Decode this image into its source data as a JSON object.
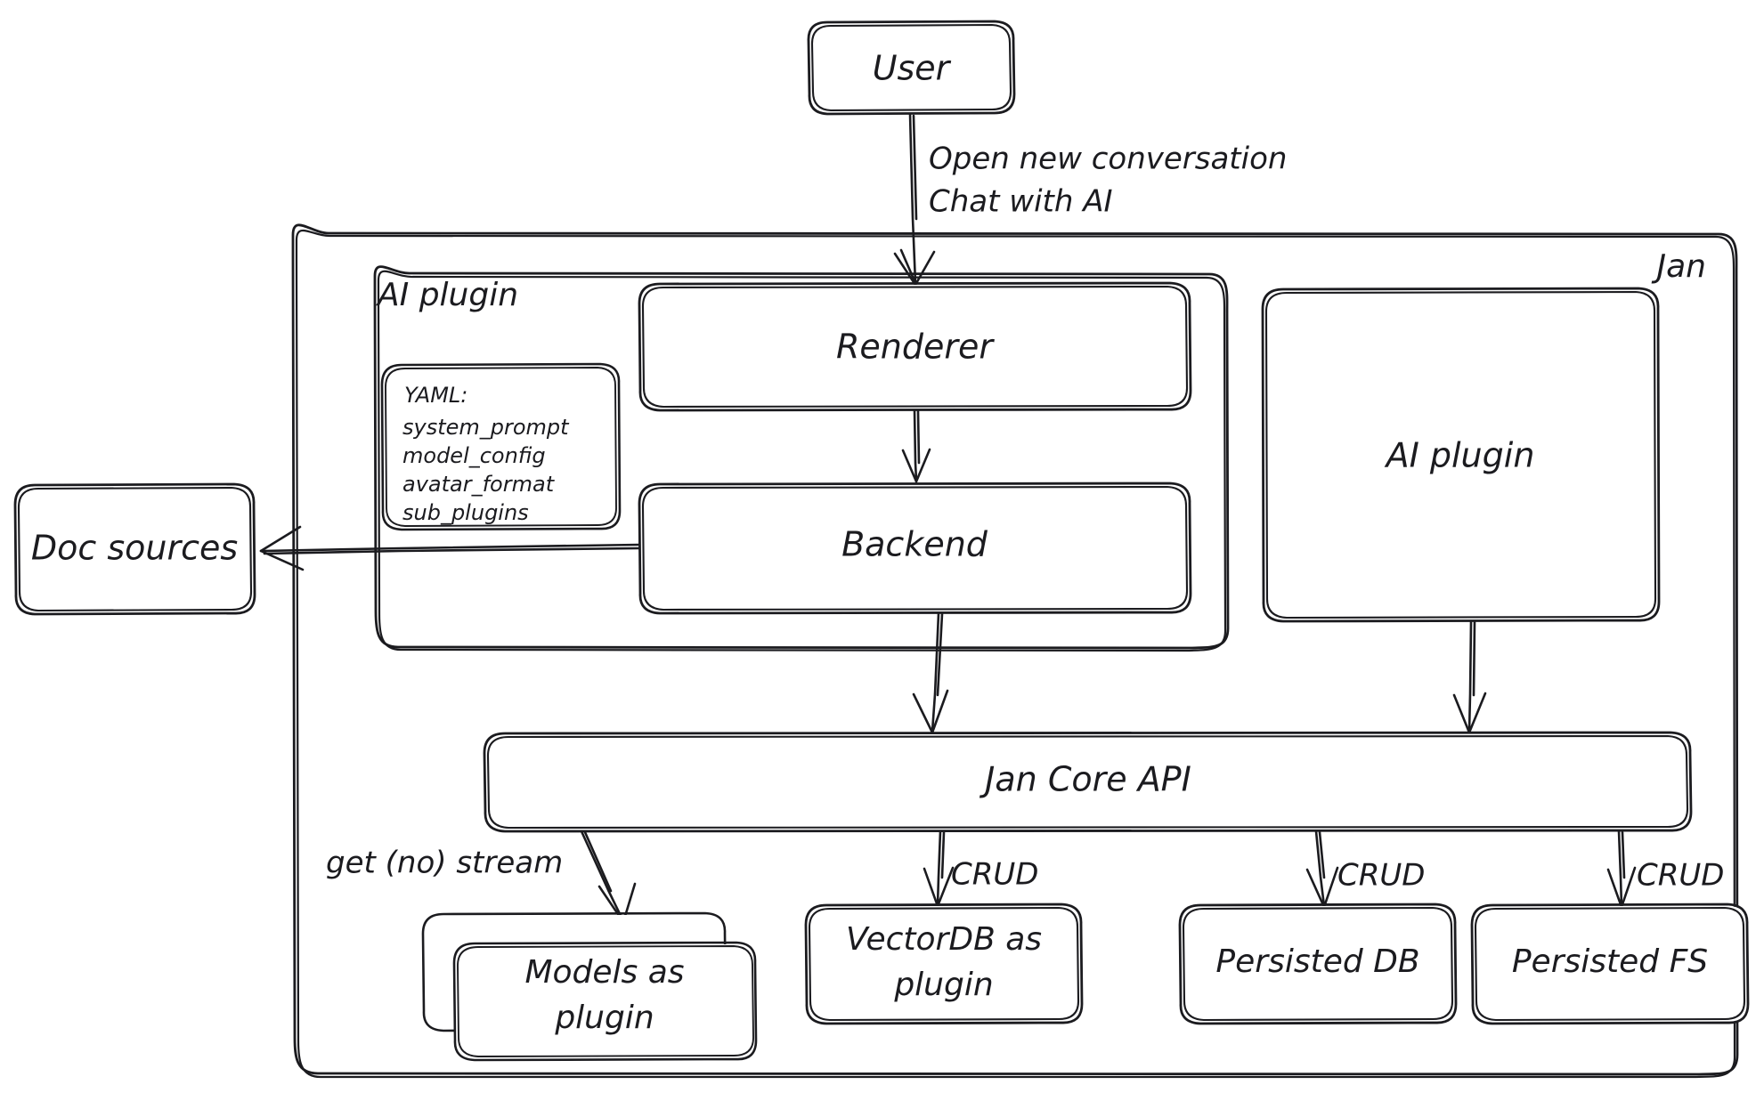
{
  "diagram": {
    "title": "Jan architecture diagram",
    "style": "hand-drawn",
    "stroke_color": "#1b1b1f",
    "background_color": "#ffffff"
  },
  "containers": {
    "jan": {
      "label": "Jan",
      "label_position": "top-right"
    },
    "ai_plugin_group": {
      "label": "AI plugin",
      "label_position": "top-left"
    }
  },
  "nodes": {
    "user": {
      "label": "User"
    },
    "renderer": {
      "label": "Renderer"
    },
    "backend": {
      "label": "Backend"
    },
    "ai_plugin_box": {
      "label": "AI plugin"
    },
    "doc_sources": {
      "label": "Doc sources"
    },
    "jan_core_api": {
      "label": "Jan Core API"
    },
    "models_plugin": {
      "label_line1": "Models as",
      "label_line2": "plugin"
    },
    "vectordb_plugin": {
      "label_line1": "VectorDB as",
      "label_line2": "plugin"
    },
    "persisted_db": {
      "label": "Persisted DB"
    },
    "persisted_fs": {
      "label": "Persisted FS"
    }
  },
  "yaml_card": {
    "header": "YAML:",
    "keys": [
      "system_prompt",
      "model_config",
      "avatar_format",
      "sub_plugins"
    ]
  },
  "edges": [
    {
      "id": "user-renderer",
      "from": "user",
      "to": "renderer",
      "label_line1": "Open new conversation",
      "label_line2": "Chat with AI"
    },
    {
      "id": "renderer-backend",
      "from": "renderer",
      "to": "backend",
      "label": ""
    },
    {
      "id": "backend-docsources",
      "from": "backend",
      "to": "doc_sources",
      "label": ""
    },
    {
      "id": "backend-core",
      "from": "backend",
      "to": "jan_core_api",
      "label": ""
    },
    {
      "id": "aiplugin-core",
      "from": "ai_plugin_box",
      "to": "jan_core_api",
      "label": ""
    },
    {
      "id": "core-models",
      "from": "jan_core_api",
      "to": "models_plugin",
      "label": "get (no) stream"
    },
    {
      "id": "core-vectordb",
      "from": "jan_core_api",
      "to": "vectordb_plugin",
      "label": "CRUD"
    },
    {
      "id": "core-db",
      "from": "jan_core_api",
      "to": "persisted_db",
      "label": "CRUD"
    },
    {
      "id": "core-fs",
      "from": "jan_core_api",
      "to": "persisted_fs",
      "label": "CRUD"
    }
  ]
}
